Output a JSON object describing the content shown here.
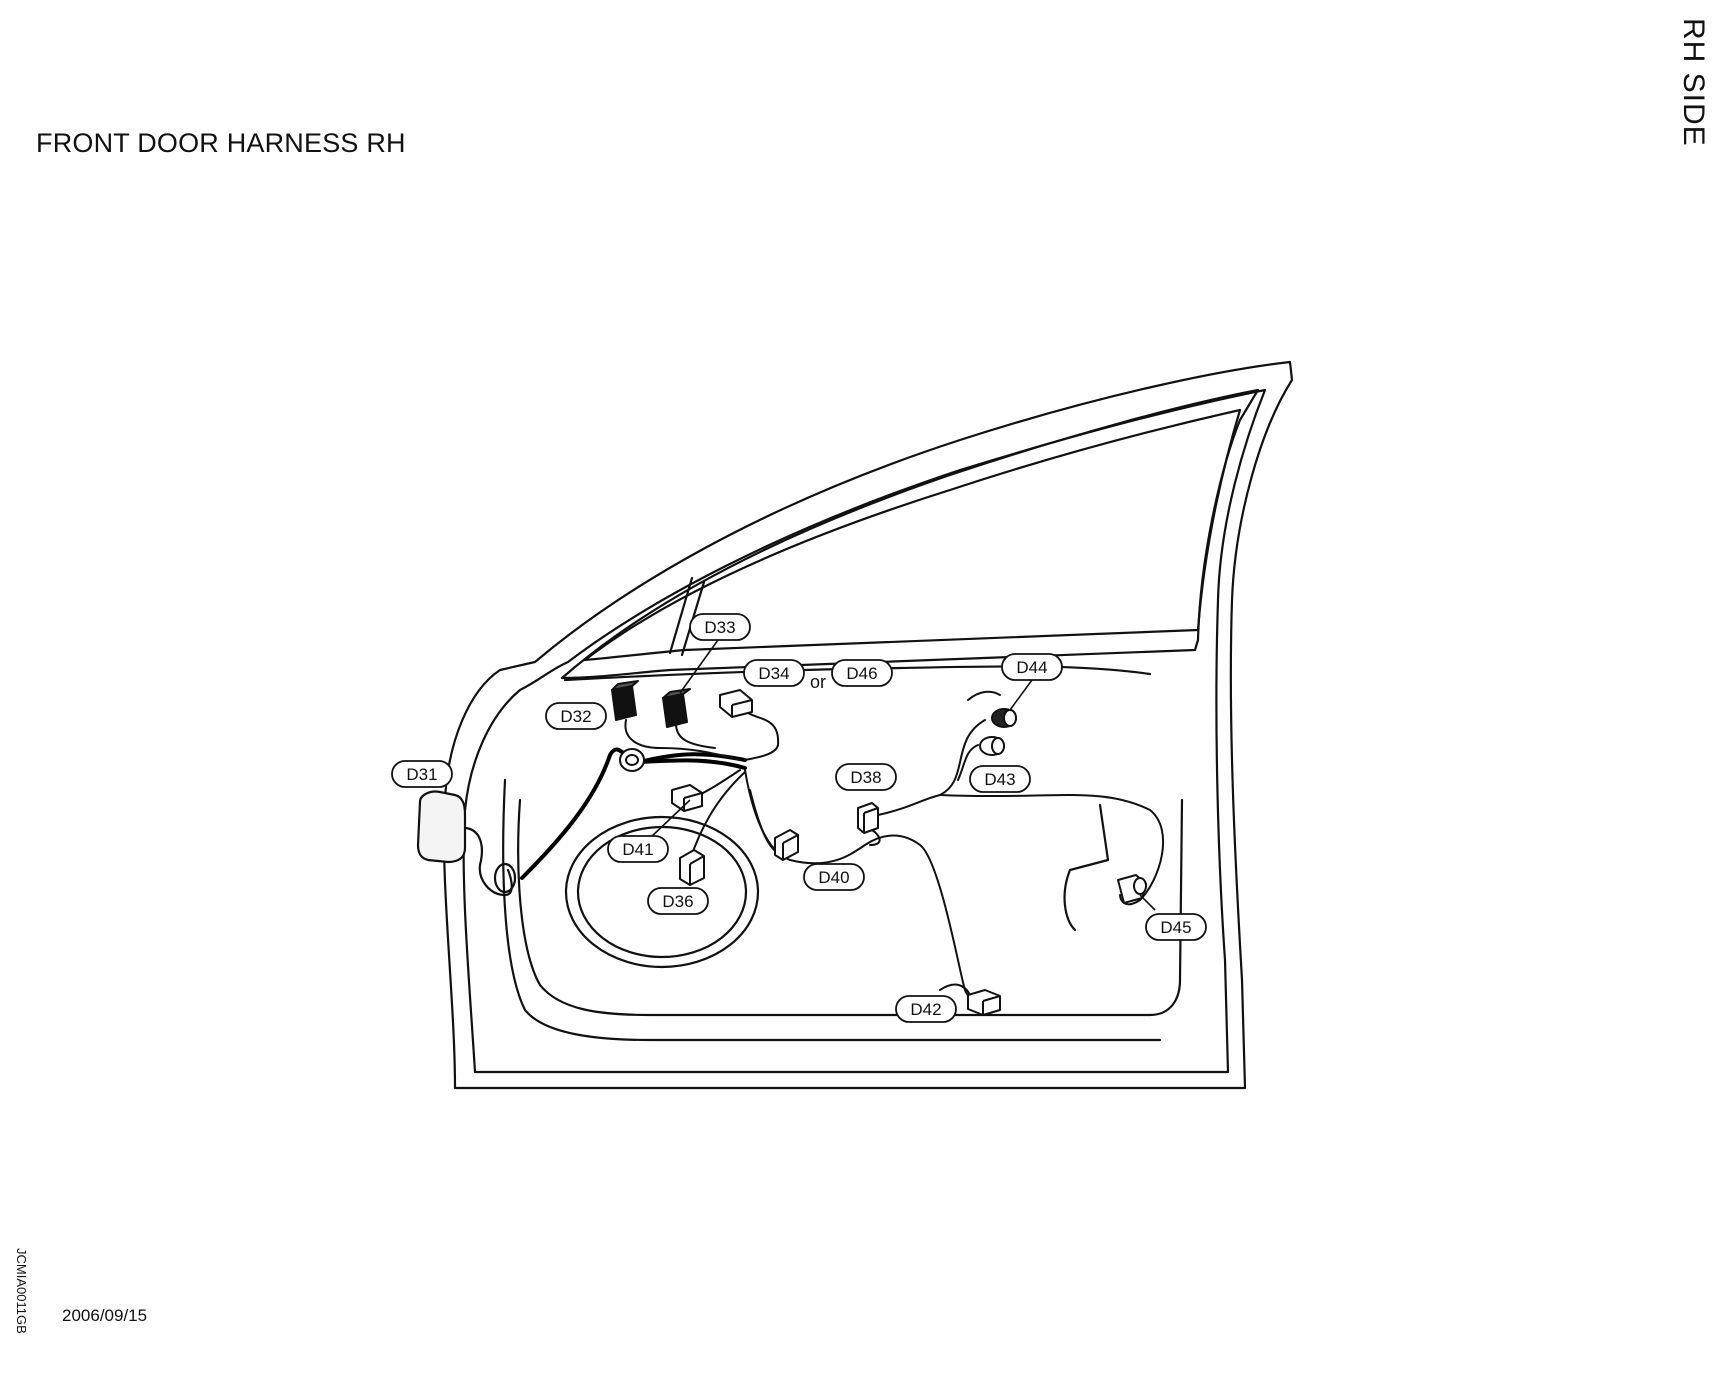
{
  "title": "FRONT DOOR HARNESS RH",
  "side_label": "RH SIDE",
  "drawing_code": "JCMIA0011GB",
  "date": "2006/09/15",
  "or_label": "or",
  "connectors": {
    "d31": "D31",
    "d32": "D32",
    "d33": "D33",
    "d34": "D34",
    "d46": "D46",
    "d36": "D36",
    "d38": "D38",
    "d40": "D40",
    "d41": "D41",
    "d42": "D42",
    "d43": "D43",
    "d44": "D44",
    "d45": "D45"
  }
}
